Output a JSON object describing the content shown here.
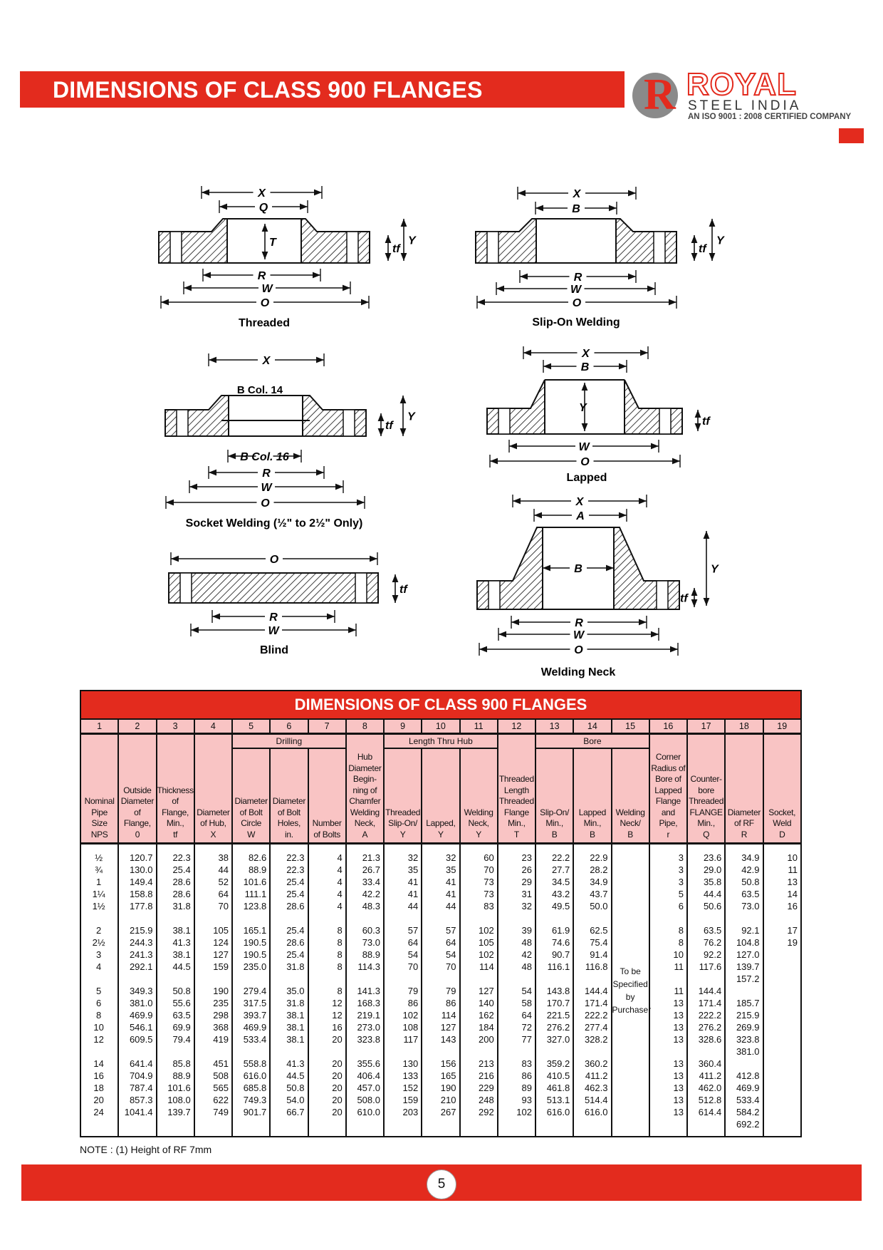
{
  "header": {
    "title": "DIMENSIONS OF CLASS 900 FLANGES",
    "logo": {
      "mark": "R",
      "name": "ROYAL",
      "sub": "STEEL INDIA",
      "tagline": "AN ISO 9001 : 2008 CERTIFIED COMPANY"
    },
    "accent_color": "#e32b1e"
  },
  "diagrams": [
    {
      "caption": "Threaded",
      "dims": [
        "X",
        "Q",
        "R",
        "W",
        "O",
        "T",
        "tf",
        "Y"
      ]
    },
    {
      "caption": "Slip-On Welding",
      "dims": [
        "X",
        "B",
        "R",
        "W",
        "O",
        "tf",
        "Y"
      ]
    },
    {
      "caption": "Socket Welding (½\" to 2½\" Only)",
      "dims": [
        "X",
        "B Col. 14",
        "B Col. 16",
        "R",
        "W",
        "O",
        "tf",
        "Y"
      ]
    },
    {
      "caption": "Lapped",
      "dims": [
        "X",
        "B",
        "Y",
        "W",
        "O",
        "tf"
      ]
    },
    {
      "caption": "Blind",
      "dims": [
        "O",
        "R",
        "W",
        "tf"
      ]
    },
    {
      "caption": "Welding Neck",
      "dims": [
        "X",
        "A",
        "B",
        "R",
        "W",
        "O",
        "Y",
        "tf"
      ]
    }
  ],
  "table": {
    "title": "DIMENSIONS OF CLASS 900 FLANGES",
    "col_numbers": [
      "1",
      "2",
      "3",
      "4",
      "5",
      "6",
      "7",
      "8",
      "9",
      "10",
      "11",
      "12",
      "13",
      "14",
      "15",
      "16",
      "17",
      "18",
      "19"
    ],
    "groups": {
      "drilling": "Drilling",
      "length_thru_hub": "Length Thru Hub",
      "bore": "Bore"
    },
    "headers": [
      "Nominal\nPipe\nSize\nNPS",
      "Outside\nDiameter\nof\nFlange,\n0",
      "Thickness\nof\nFlange,\nMin.,\ntf",
      "Diameter\nof Hub,\nX",
      "Diameter\nof Bolt\nCircle\nW",
      "Diameter\nof Bolt\nHoles,\nin.",
      "Number\nof Bolts",
      "Hub\nDiameter\nBegin-\nning of\nChamfer\nWelding\nNeck,\nA",
      "Threaded\nSlip-On/\nY",
      "Lapped,\nY",
      "Welding\nNeck,\nY",
      "Threaded\nLength\nThreaded\nFlange\nMin.,\nT",
      "Slip-On/\nMin.,\nB",
      "Lapped\nMin.,\nB",
      "Welding\nNeck/\nB",
      "Corner\nRadius of\nBore of\nLapped\nFlange\nand\nPipe,\nr",
      "Counter-\nbore\nThreaded\nFLANGE\nMin.,\nQ",
      "Diameter\nof RF\nR",
      "Socket,\nWeld\nD"
    ],
    "columns": [
      "½\n¾\n1\n1¼\n1½\n\n2\n2½\n3\n4\n\n5\n6\n8\n10\n12\n\n14\n16\n18\n20\n24",
      "120.7\n130.0\n149.4\n158.8\n177.8\n\n215.9\n244.3\n241.3\n292.1\n\n349.3\n381.0\n469.9\n546.1\n609.5\n\n641.4\n704.9\n787.4\n857.3\n1041.4",
      "22.3\n25.4\n28.6\n28.6\n31.8\n\n38.1\n41.3\n38.1\n44.5\n\n50.8\n55.6\n63.5\n69.9\n79.4\n\n85.8\n88.9\n101.6\n108.0\n139.7",
      "38\n44\n52\n64\n70\n\n105\n124\n127\n159\n\n190\n235\n298\n368\n419\n\n451\n508\n565\n622\n749",
      "82.6\n88.9\n101.6\n111.1\n123.8\n\n165.1\n190.5\n190.5\n235.0\n\n279.4\n317.5\n393.7\n469.9\n533.4\n\n558.8\n616.0\n685.8\n749.3\n901.7",
      "22.3\n22.3\n25.4\n25.4\n28.6\n\n25.4\n28.6\n25.4\n31.8\n\n35.0\n31.8\n38.1\n38.1\n38.1\n\n41.3\n44.5\n50.8\n54.0\n66.7",
      "4\n4\n4\n4\n4\n\n8\n8\n8\n8\n\n8\n12\n12\n16\n20\n\n20\n20\n20\n20\n20",
      "21.3\n26.7\n33.4\n42.2\n48.3\n\n60.3\n73.0\n88.9\n114.3\n\n141.3\n168.3\n219.1\n273.0\n323.8\n\n355.6\n406.4\n457.0\n508.0\n610.0",
      "32\n35\n41\n41\n44\n\n57\n64\n54\n70\n\n79\n86\n102\n108\n117\n\n130\n133\n152\n159\n203",
      "32\n35\n41\n41\n44\n\n57\n64\n54\n70\n\n79\n86\n114\n127\n143\n\n156\n165\n190\n210\n267",
      "60\n70\n73\n73\n83\n\n102\n105\n102\n114\n\n127\n140\n162\n184\n200\n\n213\n216\n229\n248\n292",
      "23\n26\n29\n31\n32\n\n39\n48\n42\n48\n\n54\n58\n64\n72\n77\n\n83\n86\n89\n93\n102",
      "22.2\n27.7\n34.5\n43.2\n49.5\n\n61.9\n74.6\n90.7\n116.1\n\n143.8\n170.7\n221.5\n276.2\n327.0\n\n359.2\n410.5\n461.8\n513.1\n616.0",
      "22.9\n28.2\n34.9\n43.7\n50.0\n\n62.5\n75.4\n91.4\n116.8\n\n144.4\n171.4\n222.2\n277.4\n328.2\n\n360.2\n411.2\n462.3\n514.4\n616.0",
      "To be\nSpecified\nby\nPurchaser",
      "3\n3\n3\n5\n6\n\n8\n8\n10\n11\n\n11\n13\n13\n13\n13\n\n13\n13\n13\n13\n13",
      "23.6\n29.0\n35.8\n44.4\n50.6\n\n63.5\n76.2\n92.2\n117.6\n\n144.4\n171.4\n222.2\n276.2\n328.6\n\n360.4\n411.2\n462.0\n512.8\n614.4",
      "34.9\n42.9\n50.8\n63.5\n73.0\n\n92.1\n104.8\n127.0\n139.7\n157.2\n\n185.7\n215.9\n269.9\n323.8\n381.0\n\n412.8\n469.9\n533.4\n584.2\n692.2",
      "10\n11\n13\n14\n16\n\n17\n19"
    ]
  },
  "note": "NOTE : (1) Height of RF 7mm",
  "footer": {
    "page_number": "5"
  }
}
